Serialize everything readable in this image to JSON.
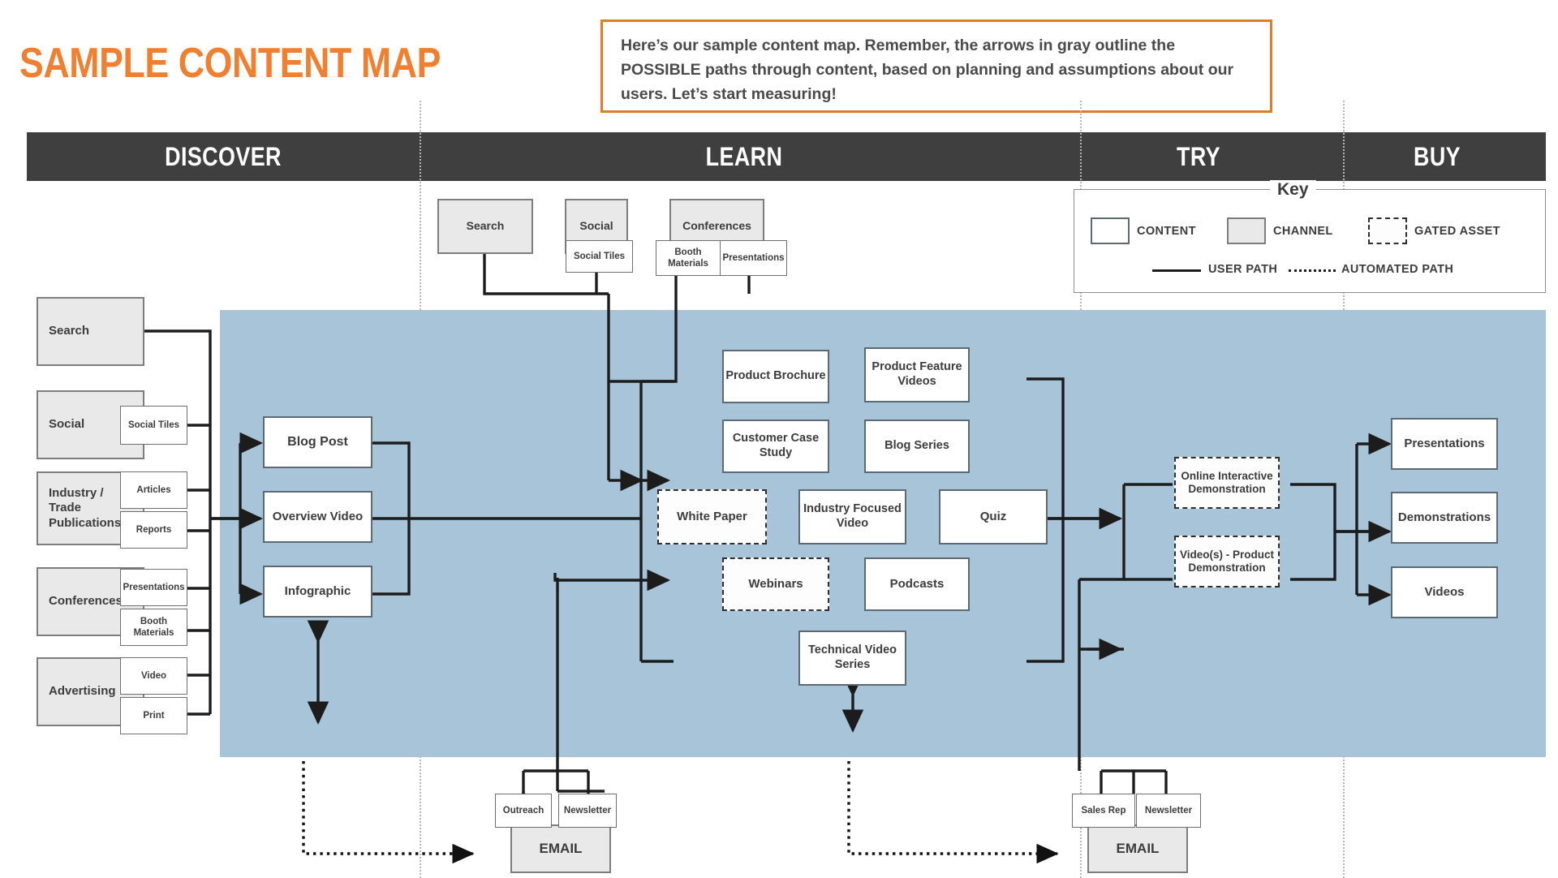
{
  "header": {
    "title": "SAMPLE CONTENT MAP",
    "callout": "Here’s our sample content map. Remember, the arrows in gray outline the POSSIBLE paths through content, based on planning and assumptions about our users. Let’s start measuring!"
  },
  "stages": [
    {
      "label": "DISCOVER"
    },
    {
      "label": "LEARN"
    },
    {
      "label": "TRY"
    },
    {
      "label": "BUY"
    }
  ],
  "key": {
    "title": "Key",
    "items": [
      {
        "label": "CONTENT",
        "swatch": "content"
      },
      {
        "label": "CHANNEL",
        "swatch": "channel"
      },
      {
        "label": "GATED ASSET",
        "swatch": "gated"
      }
    ],
    "paths": [
      {
        "label": "USER PATH",
        "style": "solid"
      },
      {
        "label": "AUTOMATED PATH",
        "style": "dotted"
      }
    ]
  },
  "discover_channels": [
    {
      "name": "Search",
      "subs": []
    },
    {
      "name": "Social",
      "subs": [
        "Social Tiles"
      ]
    },
    {
      "name": "Industry /\nTrade\nPublications",
      "subs": [
        "Articles",
        "Reports"
      ]
    },
    {
      "name": "Conferences",
      "subs": [
        "Presentations",
        "Booth\nMaterials"
      ]
    },
    {
      "name": "Advertising",
      "subs": [
        "Video",
        "Print"
      ]
    }
  ],
  "discover_channels_flat": {
    "search": "Search",
    "social": "Social",
    "social_tiles": "Social Tiles",
    "industry": "Industry / Trade Publications",
    "articles": "Articles",
    "reports": "Reports",
    "conferences": "Conferences",
    "presentations": "Presentations",
    "booth_materials": "Booth Materials",
    "advertising": "Advertising",
    "video": "Video",
    "print": "Print"
  },
  "learn_channels": [
    {
      "name": "Search",
      "subs": []
    },
    {
      "name": "Social",
      "subs": [
        "Social Tiles"
      ]
    },
    {
      "name": "Conferences",
      "subs": [
        "Booth Materials",
        "Presentations"
      ]
    }
  ],
  "learn_top": {
    "search": "Search",
    "social": "Social",
    "social_tiles": "Social Tiles",
    "conferences": "Conferences",
    "booth_materials": "Booth\nMaterials",
    "presentations": "Presentations"
  },
  "discover_content": [
    {
      "label": "Blog Post",
      "type": "content"
    },
    {
      "label": "Overview Video",
      "type": "content"
    },
    {
      "label": "Infographic",
      "type": "content"
    }
  ],
  "learn_content": [
    {
      "label": "Product Brochure",
      "type": "content"
    },
    {
      "label": "Product Feature\nVideos",
      "type": "content"
    },
    {
      "label": "Customer Case\nStudy",
      "type": "content"
    },
    {
      "label": "Blog Series",
      "type": "content"
    },
    {
      "label": "White Paper",
      "type": "gated"
    },
    {
      "label": "Industry Focused\nVideo",
      "type": "content"
    },
    {
      "label": "Quiz",
      "type": "content"
    },
    {
      "label": "Webinars",
      "type": "gated"
    },
    {
      "label": "Podcasts",
      "type": "content"
    },
    {
      "label": "Technical Video\nSeries",
      "type": "content"
    }
  ],
  "try_content": [
    {
      "label": "Online Interactive\nDemonstration",
      "type": "gated"
    },
    {
      "label": "Video(s) - Product\nDemonstration",
      "type": "gated"
    }
  ],
  "buy_content": [
    {
      "label": "Presentations",
      "type": "content"
    },
    {
      "label": "Demonstrations",
      "type": "content"
    },
    {
      "label": "Videos",
      "type": "content"
    }
  ],
  "email_groups": [
    {
      "channel": "EMAIL",
      "subs": [
        "Outreach",
        "Newsletter"
      ]
    },
    {
      "channel": "EMAIL",
      "subs": [
        "Sales Rep",
        "Newsletter"
      ]
    }
  ],
  "email_left": {
    "outreach": "Outreach",
    "newsletter": "Newsletter",
    "email": "EMAIL"
  },
  "email_right": {
    "sales_rep": "Sales Rep",
    "newsletter": "Newsletter",
    "email": "EMAIL"
  },
  "colors": {
    "accent": "#ef8032",
    "callout_border": "#df7c26",
    "stagebar": "#3f3f3f",
    "panel": "#a7c4d9",
    "channel_fill": "#e9e9e9",
    "line": "#1c1c1c"
  }
}
